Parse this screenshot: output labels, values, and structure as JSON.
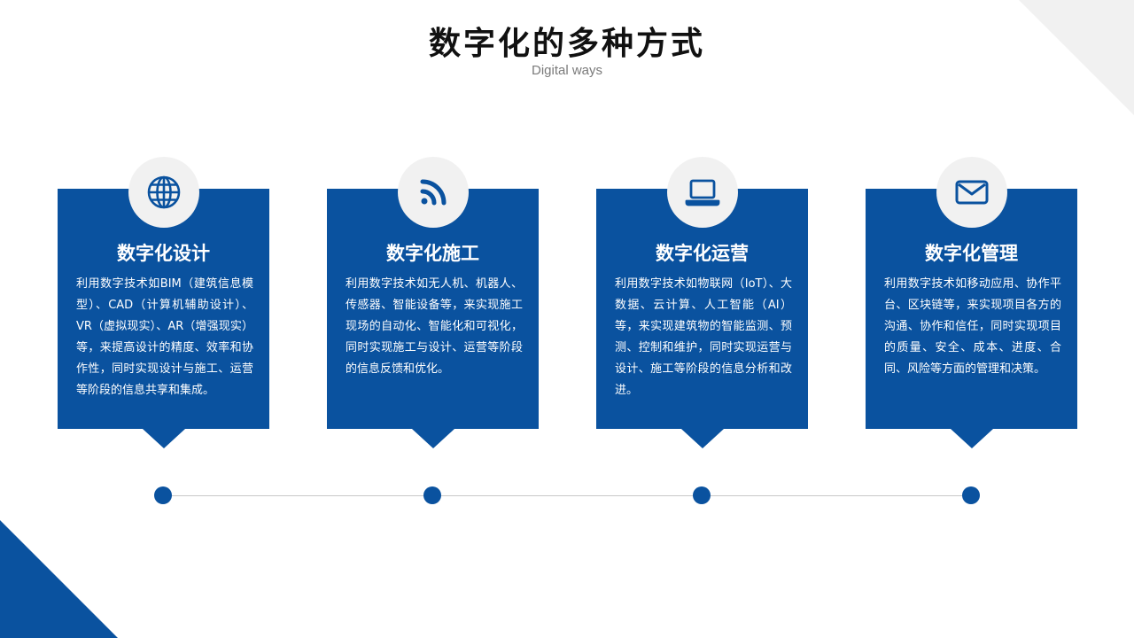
{
  "header": {
    "title": "数字化的多种方式",
    "subtitle": "Digital ways"
  },
  "colors": {
    "accent": "#0a529f",
    "icon_bg": "#f1f1f1",
    "line": "#c8c8c8"
  },
  "cards": [
    {
      "icon": "globe-icon",
      "title": "数字化设计",
      "body": "利用数字技术如BIM（建筑信息模型）、CAD（计算机辅助设计）、VR（虚拟现实）、AR（增强现实）等，来提高设计的精度、效率和协作性，同时实现设计与施工、运营等阶段的信息共享和集成。"
    },
    {
      "icon": "rss-icon",
      "title": "数字化施工",
      "body": "利用数字技术如无人机、机器人、传感器、智能设备等，来实现施工现场的自动化、智能化和可视化，同时实现施工与设计、运营等阶段的信息反馈和优化。"
    },
    {
      "icon": "laptop-icon",
      "title": "数字化运营",
      "body": "利用数字技术如物联网（IoT）、大数据、云计算、人工智能（AI）等，来实现建筑物的智能监测、预测、控制和维护，同时实现运营与设计、施工等阶段的信息分析和改进。"
    },
    {
      "icon": "mail-icon",
      "title": "数字化管理",
      "body": "利用数字技术如移动应用、协作平台、区块链等，来实现项目各方的沟通、协作和信任，同时实现项目的质量、安全、成本、进度、合同、风险等方面的管理和决策。"
    }
  ]
}
